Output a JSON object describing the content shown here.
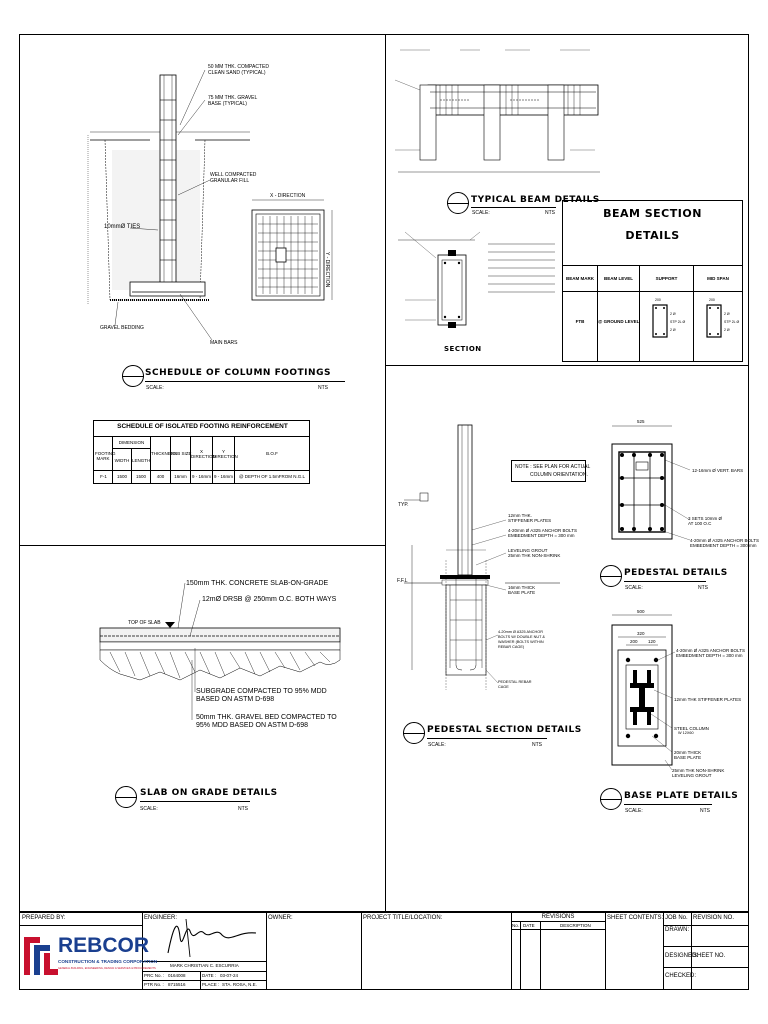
{
  "footing": {
    "note1": "50 MM THK. COMPACTED",
    "note1b": "CLEAN SAND (TYPICAL)",
    "note2": "75 MM THK. GRAVEL",
    "note2b": "BASE (TYPICAL)",
    "note3": "WELL COMPACTED",
    "note3b": "GRANULAR FILL",
    "note_ties": "10mmØ TIES",
    "note_gravel": "GRAVEL BEDDING",
    "note_mainbars": "MAIN BARS",
    "xdir": "X - DIRECTION",
    "ydir": "Y - DIRECTION",
    "title": "SCHEDULE OF COLUMN FOOTINGS",
    "scale": "SCALE:",
    "nts": "NTS"
  },
  "schedule": {
    "title": "SCHEDULE OF ISOLATED FOOTING REINFORCEMENT",
    "h_footing": "FOOTING MARK",
    "h_dimension": "DIMENSION",
    "h_width": "WIDTH",
    "h_length": "LENGTH",
    "h_thickness": "THICKNESS",
    "h_rsb": "RSB SIZE",
    "h_x": "X DIRECTION",
    "h_y": "Y DIRECTION",
    "h_bof": "B.O.F",
    "row": [
      "F-1",
      "1500",
      "1500",
      "400",
      "16mm",
      "9 - 16mm",
      "9 - 16mm",
      "@ DEPTH OF 1.5mFROM N.G.L"
    ]
  },
  "slab": {
    "note1": "150mm THK. CONCRETE SLAB-ON-GRADE",
    "note2": "12mØ DRSB @ 250mm O.C. BOTH WAYS",
    "top": "TOP OF SLAB",
    "note3": "SUBGRADE COMPACTED TO 95% MDD",
    "note3b": "BASED ON ASTM D-698",
    "note4": "50mm THK. GRAVEL BED COMPACTED TO",
    "note4b": "95% MDD BASED ON ASTM D-698",
    "title": "SLAB ON GRADE DETAILS",
    "scale": "SCALE:",
    "nts": "NTS"
  },
  "beam": {
    "typical_title": "TYPICAL BEAM DETAILS",
    "scale": "SCALE:",
    "nts": "NTS",
    "section_label": "SECTION",
    "bsd_title1": "BEAM SECTION",
    "bsd_title2": "DETAILS",
    "h_mark": "BEAM MARK",
    "h_level": "BEAM LEVEL",
    "h_support": "SUPPORT",
    "h_mid": "MID SPAN",
    "mark": "FTB",
    "level": "@ GROUND LEVEL",
    "dim": "200",
    "bars_top": "2 Ø",
    "bars_mid": "STP 2L Ø",
    "bars_bot": "2 Ø"
  },
  "pedestal": {
    "note_see": "NOTE : SEE PLAN FOR ACTUAL",
    "note_see2": "COLUMN ORIENTATION.",
    "typ": "TYP.",
    "stiff": "12mm THK.",
    "stiff2": "STIFFENER PLATES",
    "anchor": "4-20mm Ø A325 ANCHOR BOLTS",
    "anchor2": "EMBEDMENT DEPTH = 300 mm",
    "grout": "LEVELING GROUT",
    "grout2": "25mm THK NON-SHRINK",
    "ffl": "F.F.L",
    "base": "16mm THICK",
    "base2": "BASE PLATE",
    "anchor_note": "4-20mm Ø A325 ANCHOR",
    "anchor_note2": "BOLTS W/ DOUBLE NUT &",
    "anchor_note3": "WASHER (BOLTS WITHIN",
    "anchor_note4": "REBAR CAGE)",
    "rebar": "PEDESTAL REBAR",
    "rebar2": "CAGE",
    "title": "PEDESTAL SECTION DETAILS",
    "scale": "SCALE:",
    "nts": "NTS"
  },
  "pedestal_detail": {
    "dim": "525",
    "vert": "12-16mm Ø VERT. BARS",
    "sets": "3 SETS 10mm Ø",
    "sets2": "AT 100 O.C",
    "bolts": "4-20mm Ø A325 ANCHOR BOLTS",
    "bolts2": "EMBEDMENT DEPTH = 300 mm",
    "title": "PEDESTAL DETAILS",
    "scale": "SCALE:",
    "nts": "NTS"
  },
  "baseplate": {
    "dim_outer": "500",
    "dim_mid": "320",
    "dim_a": "200",
    "dim_b": "120",
    "bolts": "4-20mm Ø A325 ANCHOR BOLTS",
    "bolts2": "EMBEDMENT DEPTH = 300 mm",
    "stiff": "12mm THK STIFFENER PLATES",
    "col": "STEEL COLUMN",
    "col2": "W 12X60",
    "plate": "20mm THICK",
    "plate2": "BASE PLATE",
    "grout": "25mm THK NON-SHRINK",
    "grout2": "LEVELING GROUT",
    "title": "BASE PLATE DETAILS",
    "scale": "SCALE:",
    "nts": "NTS"
  },
  "titleblock": {
    "prepared": "PREPARED BY:",
    "engineer": "ENGINEER:",
    "owner": "OWNER:",
    "project": "PROJECT TITLE/LOCATION:",
    "revisions": "REVISIONS",
    "no": "No.",
    "date": "DATE",
    "desc": "DESCRIPTION",
    "sheet_contents": "SHEET CONTENTS:",
    "job_no": "JOB No.",
    "drawn": "DRAWN:",
    "designed": "DESIGNED:",
    "checked": "CHECKED:",
    "revision_no": "REVISION NO.",
    "sheet_no": "SHEET NO.",
    "logo_name": "REBCOR",
    "logo_sub": "CONSTRUCTION & TRADING CORPORATION",
    "logo_tag": "GENERAL BUILDING, ENGINEERING, DESIGN & SERVICES & PROCUREMENTS",
    "eng_name": "MARK CHRISTIAN C. ESCURRIA",
    "prc_label": "PRC No. :",
    "prc_val": "0164008",
    "date_label": "DATE :",
    "date_val": "03-07-24",
    "ptr_label": "PTR No. :",
    "ptr_val": "8715516",
    "place_label": "PLACE :",
    "place_val": "STA. ROSA, N.E."
  },
  "colors": {
    "logo_red": "#c8102e",
    "logo_blue": "#1a3f8f"
  }
}
